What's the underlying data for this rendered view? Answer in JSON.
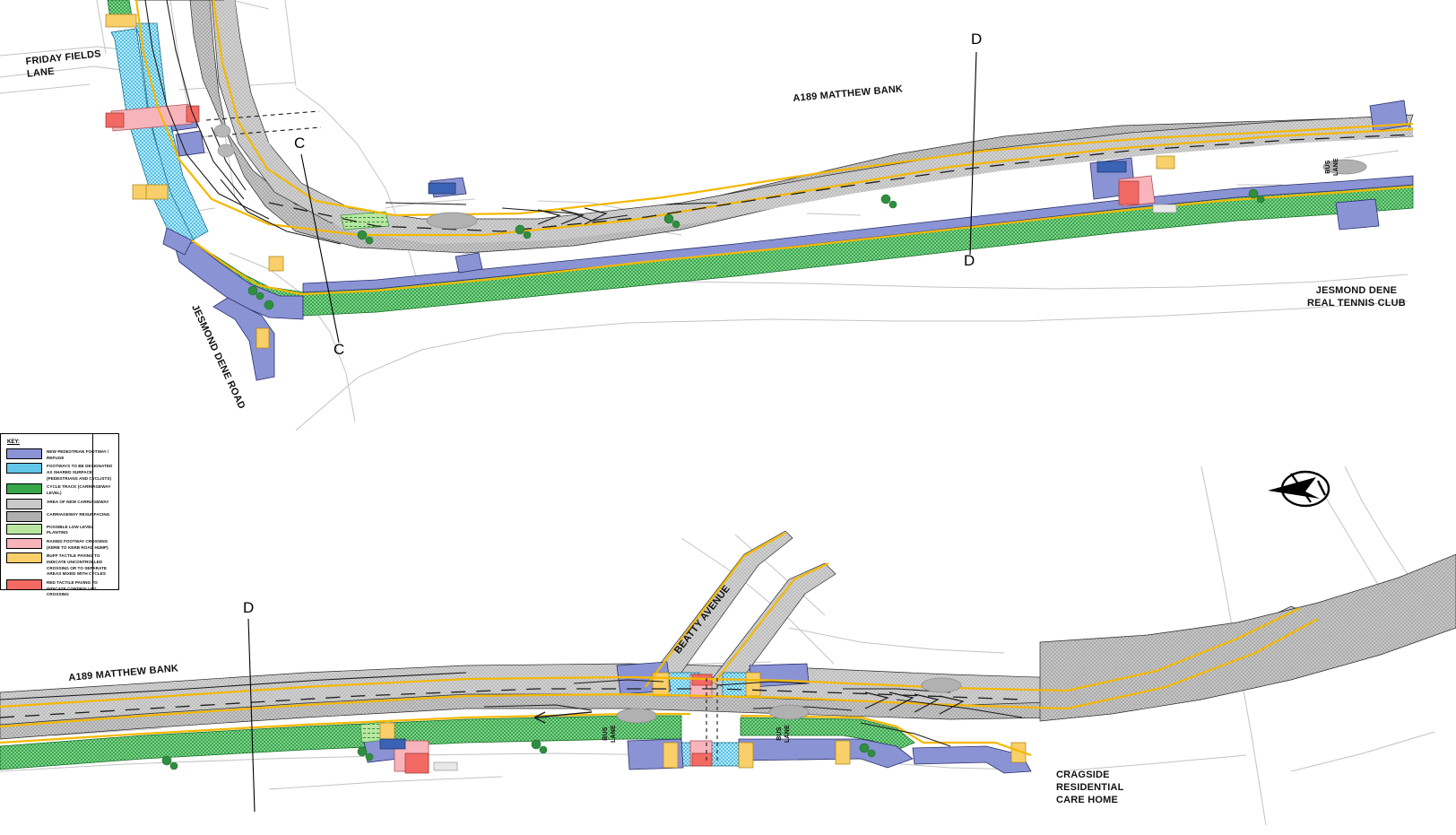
{
  "drawing": {
    "type": "highway-improvement-plan",
    "sheet_width": 1624,
    "sheet_height": 931,
    "panels": 2
  },
  "key": {
    "title": "KEY:",
    "items": [
      {
        "id": "new-pedestrian-footway",
        "swatch": "sw-newfoot",
        "color": "#8a93d4",
        "label": "NEW PEDESTRIAN FOOTWAY / REFUGE"
      },
      {
        "id": "shared-surface",
        "swatch": "sw-shared",
        "color": "#63c6e8",
        "label": "FOOTWAYS TO BE DESIGNATED AS SHARED SURFACE (PEDESTRIANS AND CYCLISTS)"
      },
      {
        "id": "cycle-track",
        "swatch": "sw-cycle",
        "color": "#36a84a",
        "label": "CYCLE TRACK (CARRIAGEWAY LEVEL)"
      },
      {
        "id": "new-carriageway",
        "swatch": "sw-newcarr",
        "color": "#c9c9c9",
        "label": "AREA OF NEW CARRIAGEWAY"
      },
      {
        "id": "carriageway-resurfacing",
        "swatch": "sw-resurf",
        "color": "#b0b0b0",
        "label": "CARRIAGEWAY RESURFACING"
      },
      {
        "id": "low-level-planting",
        "swatch": "sw-planting",
        "color": "#b9e6a0",
        "label": "POSSIBLE LOW LEVEL PLANTING"
      },
      {
        "id": "raised-footway-crossing",
        "swatch": "sw-hump",
        "color": "#f7b4bb",
        "label": "RAISED FOOTWAY CROSSING (KERB TO KERB ROAD HUMP)"
      },
      {
        "id": "buff-tactile-paving",
        "swatch": "sw-bufftact",
        "color": "#f9cf6a",
        "label": "BUFF TACTILE PAVING TO INDICATE UNCONTROLLED CROSSING OR TO SEPARATE AREAS MIXED WITH CYCLES"
      },
      {
        "id": "red-tactile-paving",
        "swatch": "sw-redtact",
        "color": "#f26a63",
        "label": "RED TACTILE PAVING TO INDICATE CONTROLLED CROSSING"
      }
    ]
  },
  "labels": {
    "friday_fields_lane": "FRIDAY FIELDS\nLANE",
    "jesmond_dene_road": "JESMOND DENE ROAD",
    "a189_top": "A189 MATTHEW BANK",
    "a189_bottom": "A189 MATTHEW BANK",
    "jesmond_dene_tennis": "JESMOND DENE\nREAL TENNIS CLUB",
    "beatty_avenue": "BEATTY AVENUE",
    "cragside_care_home": "CRAGSIDE\nRESIDENTIAL\nCARE HOME",
    "bus_lane_1": "BUS\nLANE",
    "bus_lane_2": "BUS\nLANE",
    "bus_lane_3": "BUS\nLANE"
  },
  "section_markers": {
    "c_top": "C",
    "c_bottom": "C",
    "d_top_upper": "D",
    "d_top_lower": "D",
    "d_bottom": "D"
  },
  "north_arrow": {
    "name": "north-arrow",
    "label": "N"
  },
  "palette": {
    "footway_blue": "#8a93d4",
    "shared_cyan": "#63c6e8",
    "cycle_green": "#36a84a",
    "new_carriageway": "#c9c9c9",
    "resurfacing": "#b0b0b0",
    "planting": "#b9e6a0",
    "road_hump_pink": "#f7b4bb",
    "buff_tactile": "#f9cf6a",
    "red_tactile": "#f26a63",
    "edge_yellow": "#f5b800",
    "linework": "#111111",
    "existing_grey": "#c8c8c8"
  }
}
